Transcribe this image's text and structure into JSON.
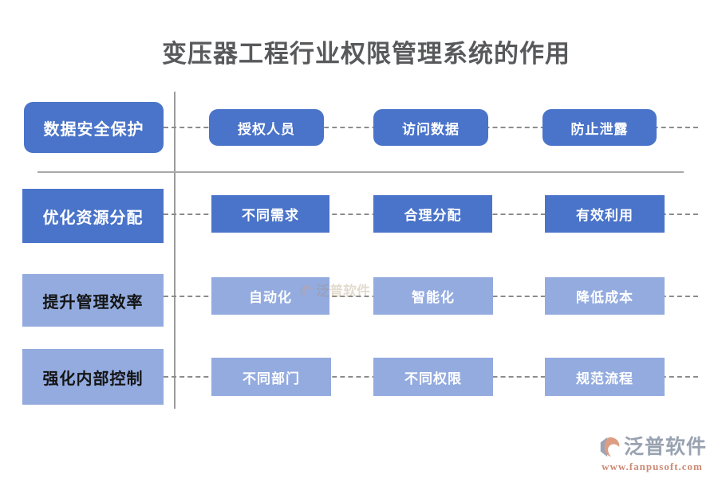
{
  "title": "变压器工程行业权限管理系统的作用",
  "rows": [
    {
      "label": "数据安全保护",
      "items": [
        "授权人员",
        "访问数据",
        "防止泄露"
      ]
    },
    {
      "label": "优化资源分配",
      "items": [
        "不同需求",
        "合理分配",
        "有效利用"
      ]
    },
    {
      "label": "提升管理效率",
      "items": [
        "自动化",
        "智能化",
        "降低成本"
      ]
    },
    {
      "label": "强化内部控制",
      "items": [
        "不同部门",
        "不同权限",
        "规范流程"
      ]
    }
  ],
  "watermark": {
    "text": "泛普软件"
  },
  "footer": {
    "brand": "泛普软件",
    "url": "www.fanpusoft.com"
  },
  "colors": {
    "dark_blue": "#4a74c9",
    "light_blue": "#93abdf",
    "divider_gray": "#9b9b9b",
    "dash_gray": "#8c8c8c",
    "title_gray": "#58595b",
    "brand_gray": "#99a2b0",
    "brand_orange": "#cc8a74"
  }
}
